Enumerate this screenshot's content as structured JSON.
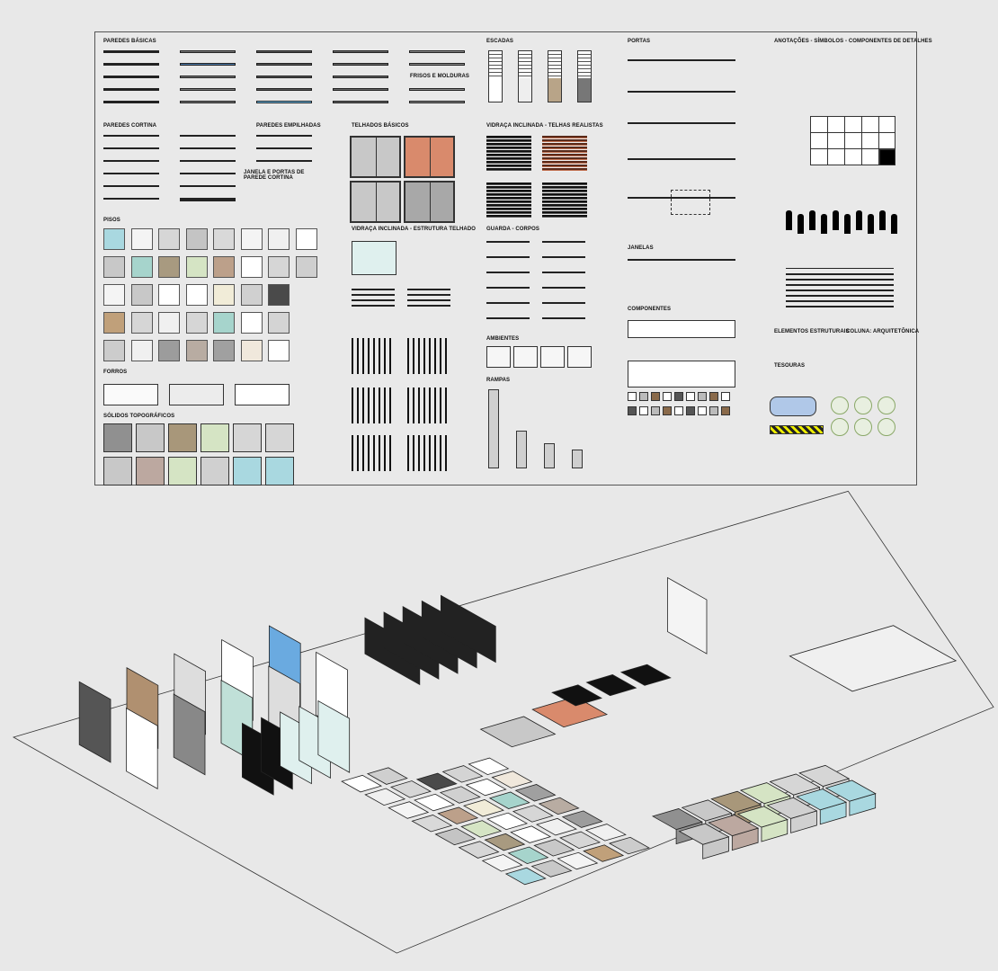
{
  "sheet": {
    "labels": {
      "paredes_basicas": "PAREDES BÁSICAS",
      "frisos": "FRISOS E MOLDURAS",
      "escadas": "ESCADAS",
      "portas": "PORTAS",
      "anotacoes": "ANOTAÇÕES - SÍMBOLOS - COMPONENTES DE DETALHES",
      "paredes_cortina": "PAREDES CORTINA",
      "paredes_empilhadas": "PAREDES EMPILHADAS",
      "janela_portas_cortina": "JANELA E PORTAS DE PAREDE CORTINA",
      "telhados_basicos": "TELHADOS BÁSICOS",
      "vidraca_telhas": "VIDRAÇA INCLINADA - TELHAS REALISTAS",
      "pisos": "PISOS",
      "vidraca_estrutura": "VIDRAÇA INCLINADA - ESTRUTURA TELHADO",
      "guarda_corpos": "GUARDA - CORPOS",
      "janelas": "JANELAS",
      "componentes": "COMPONENTES",
      "ambientes": "AMBIENTES",
      "rampas": "RAMPAS",
      "forros": "FORROS",
      "solidos": "SÓLIDOS TOPOGRÁFICOS",
      "elementos_estruturais": "ELEMENTOS ESTRUTURAIS",
      "coluna": "COLUNA: ARQUITETÔNICA",
      "tesouras": "TESOURAS"
    },
    "pisos_colors": [
      [
        "#a9d8e0",
        "#f4f4f4",
        "#d6d6d6",
        "#c4c4c4",
        "#d9d9d9",
        "#f4f4f4",
        "#f0f0f0",
        "#ffffff"
      ],
      [
        "#c8c8c8",
        "#a6d4cc",
        "#a89a80",
        "#d5e4c4",
        "#bca08a",
        "#ffffff",
        "#d6d6d6",
        "#cfcfcf"
      ],
      [
        "#f4f4f4",
        "#c8c8c8",
        "#ffffff",
        "#ffffff",
        "#f1ecd8",
        "#d0d0d0",
        "#4a4a4a"
      ],
      [
        "#c0a07a",
        "#d6d6d6",
        "#f0f0f0",
        "#d6d6d6",
        "#a6d4cc",
        "#ffffff",
        "#d4d4d4"
      ],
      [
        "#cccccc",
        "#f0f0f0",
        "#9c9c9c",
        "#b8aca2",
        "#a0a0a0",
        "#f0e8dc",
        "#ffffff"
      ]
    ],
    "solidos_colors": [
      [
        "#909090",
        "#c8c8c8",
        "#a8977a",
        "#d5e4c4",
        "#d6d6d6",
        "#d6d6d6"
      ],
      [
        "#c8c8c8",
        "#bca8a0",
        "#d5e4c4",
        "#d0d0d0",
        "#a9d8e0",
        "#a9d8e0"
      ]
    ],
    "roof_colors": [
      "#c8c8c8",
      "#d98a6c",
      "#c8c8c8",
      "#a8a8a8"
    ],
    "ramp_values": [
      100,
      48,
      32,
      24
    ]
  }
}
